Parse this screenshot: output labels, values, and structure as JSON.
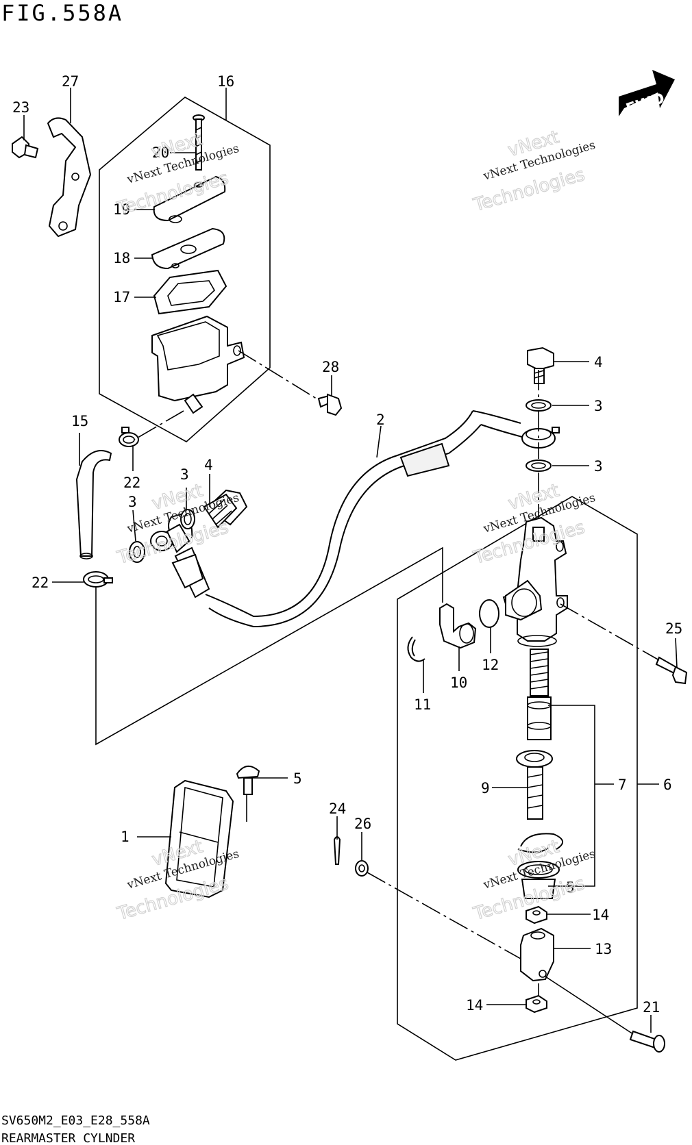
{
  "figure": {
    "title": "FIG.558A",
    "model_code": "SV650M2_E03_E28_558A",
    "caption": "REARMASTER CYLNDER"
  },
  "direction_badge": "FWD",
  "watermark": {
    "text": "vNext Technologies",
    "big_word": "Technologies",
    "small_word": "vNext"
  },
  "callouts": [
    {
      "id": "c27",
      "label": "27"
    },
    {
      "id": "c23",
      "label": "23"
    },
    {
      "id": "c16",
      "label": "16"
    },
    {
      "id": "c20",
      "label": "20"
    },
    {
      "id": "c19",
      "label": "19"
    },
    {
      "id": "c18",
      "label": "18"
    },
    {
      "id": "c17",
      "label": "17"
    },
    {
      "id": "c28",
      "label": "28"
    },
    {
      "id": "c4a",
      "label": "4"
    },
    {
      "id": "c3a",
      "label": "3"
    },
    {
      "id": "c3b",
      "label": "3"
    },
    {
      "id": "c15",
      "label": "15"
    },
    {
      "id": "c2",
      "label": "2"
    },
    {
      "id": "c22a",
      "label": "22"
    },
    {
      "id": "c3c",
      "label": "3"
    },
    {
      "id": "c4b",
      "label": "4"
    },
    {
      "id": "c3d",
      "label": "3"
    },
    {
      "id": "c22b",
      "label": "22"
    },
    {
      "id": "c25",
      "label": "25"
    },
    {
      "id": "c12",
      "label": "12"
    },
    {
      "id": "c10",
      "label": "10"
    },
    {
      "id": "c11",
      "label": "11"
    },
    {
      "id": "c5a",
      "label": "5"
    },
    {
      "id": "c7",
      "label": "7"
    },
    {
      "id": "c6",
      "label": "6"
    },
    {
      "id": "c9",
      "label": "9"
    },
    {
      "id": "c1",
      "label": "1"
    },
    {
      "id": "c24",
      "label": "24"
    },
    {
      "id": "c26",
      "label": "26"
    },
    {
      "id": "c5b",
      "label": "5"
    },
    {
      "id": "c14a",
      "label": "14"
    },
    {
      "id": "c13",
      "label": "13"
    },
    {
      "id": "c14b",
      "label": "14"
    },
    {
      "id": "c21",
      "label": "21"
    }
  ]
}
